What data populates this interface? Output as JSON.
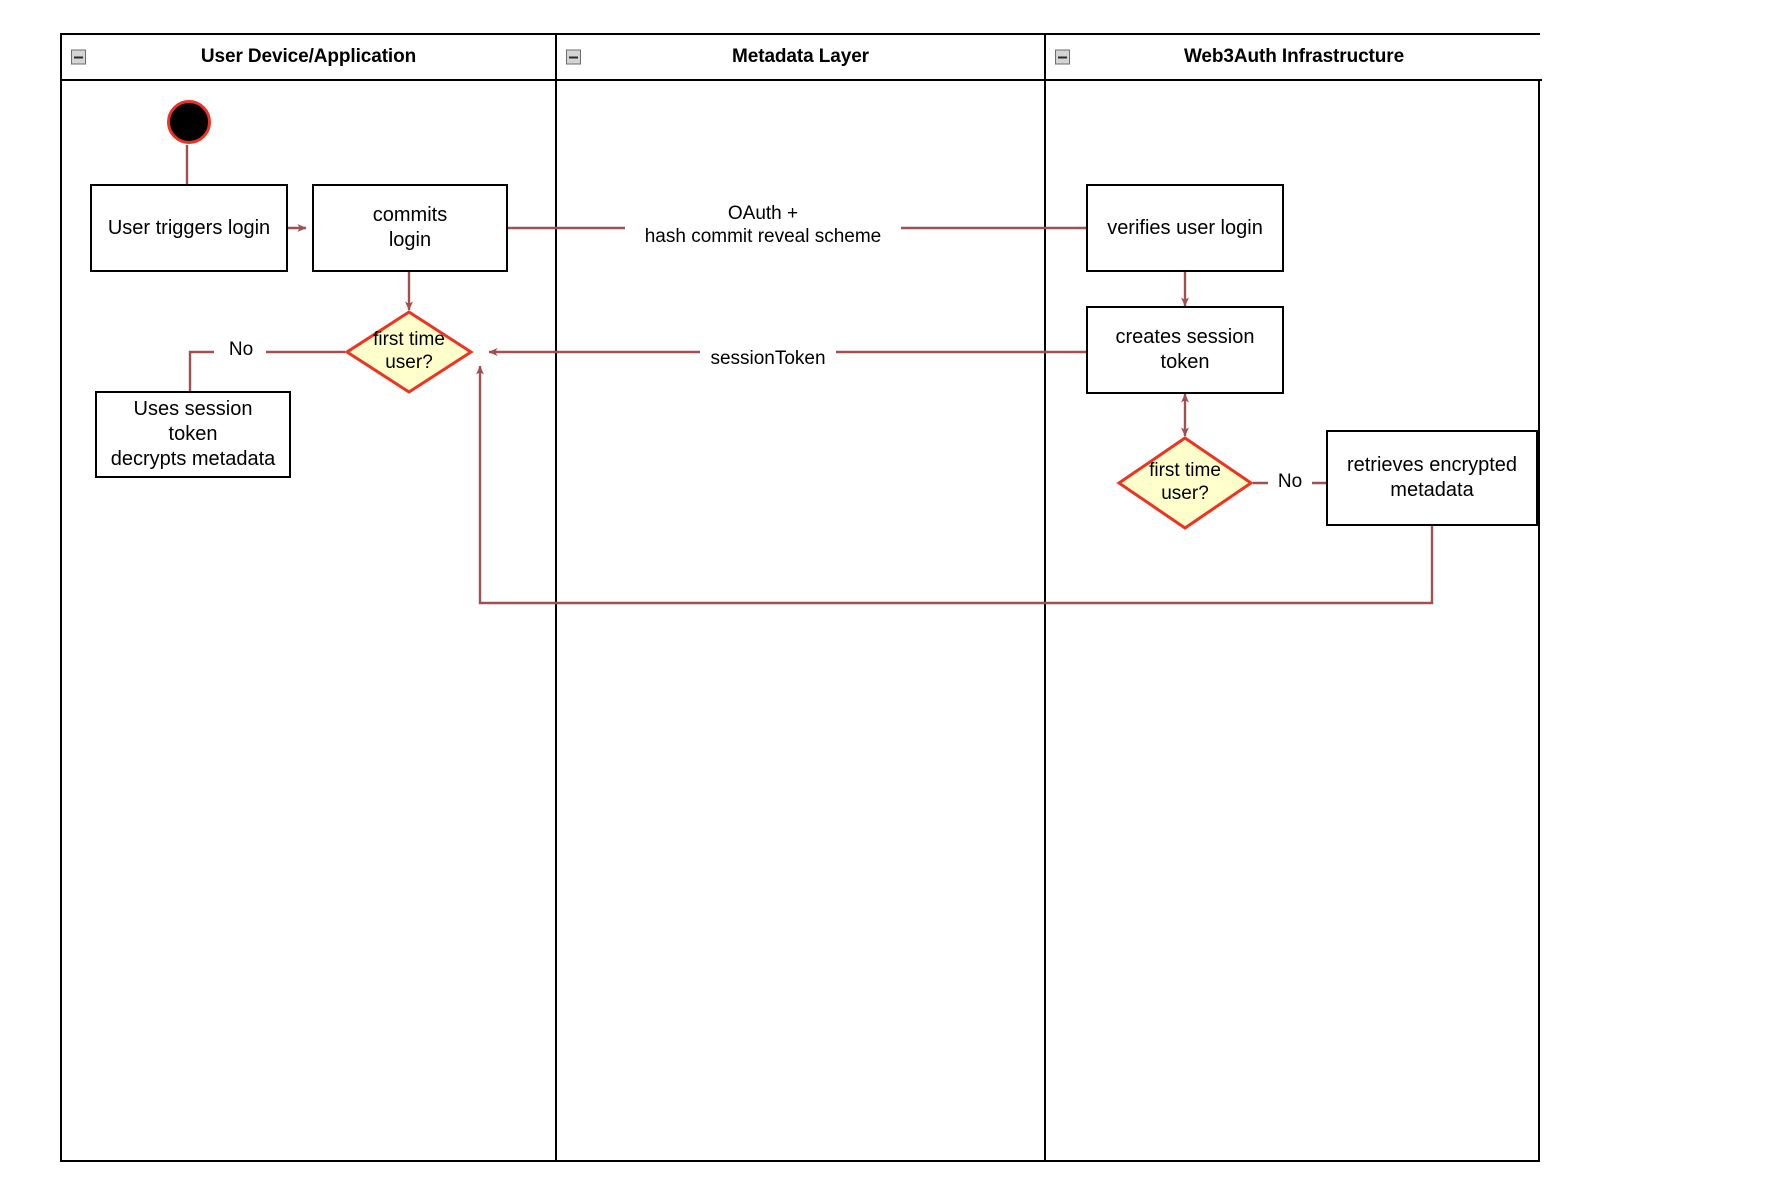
{
  "diagram": {
    "type": "swimlane-activity-diagram",
    "accent_line_color": "#a05050",
    "decision_fill_color": "#ffffcc",
    "decision_border_color": "#ee3322",
    "start_node_color": "#000000",
    "start_node_border_color": "#ef3124",
    "node_border_color": "#000000",
    "node_fill_color": "#ffffff"
  },
  "lanes": [
    {
      "id": "lane-user-device",
      "title": "User Device/Application",
      "collapse_icon": "minus-box-icon"
    },
    {
      "id": "lane-metadata",
      "title": "Metadata Layer",
      "collapse_icon": "minus-box-icon"
    },
    {
      "id": "lane-web3auth",
      "title": "Web3Auth Infrastructure",
      "collapse_icon": "minus-box-icon"
    }
  ],
  "nodes": {
    "start": {
      "label": "",
      "shape": "filled-circle"
    },
    "user_triggers_login": {
      "label": "User triggers login",
      "shape": "rectangle"
    },
    "commits_login": {
      "label": "commits\nlogin",
      "shape": "rectangle"
    },
    "first_time_user_left": {
      "label": "first time\nuser?",
      "shape": "diamond"
    },
    "uses_session_token": {
      "label": "Uses session\ntoken\ndecrypts metadata",
      "shape": "rectangle"
    },
    "verifies_user_login": {
      "label": "verifies user login",
      "shape": "rectangle"
    },
    "creates_session_token": {
      "label": "creates session\ntoken",
      "shape": "rectangle"
    },
    "first_time_user_right": {
      "label": "first time\nuser?",
      "shape": "diamond"
    },
    "retrieves_encrypted_metadata": {
      "label": "retrieves encrypted\nmetadata",
      "shape": "rectangle"
    }
  },
  "edge_labels": {
    "oauth": "OAuth +\nhash commit reveal scheme",
    "session_token": "sessionToken",
    "no_left": "No",
    "no_right": "No"
  }
}
